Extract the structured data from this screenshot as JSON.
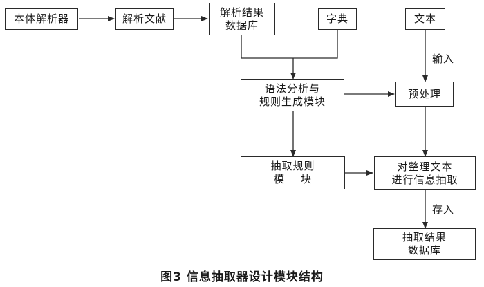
{
  "nodes": {
    "ontology_parser": "本体解析器",
    "parsed_doc": "解析文献",
    "parse_result_db": [
      "解析结果",
      "数据库"
    ],
    "dictionary": "字典",
    "text": "文本",
    "grammar_analysis": [
      "语法分析与",
      "规则生成模块"
    ],
    "preprocess": "预处理",
    "extract_rule": [
      "抽取规则",
      "模    块"
    ],
    "info_extract": [
      "对整理文本",
      "进行信息抽取"
    ],
    "extract_result_db": [
      "抽取结果",
      "数据库"
    ]
  },
  "edge_labels": {
    "input": "输入",
    "store": "存入"
  },
  "caption": "图3   信息抽取器设计模块结构"
}
